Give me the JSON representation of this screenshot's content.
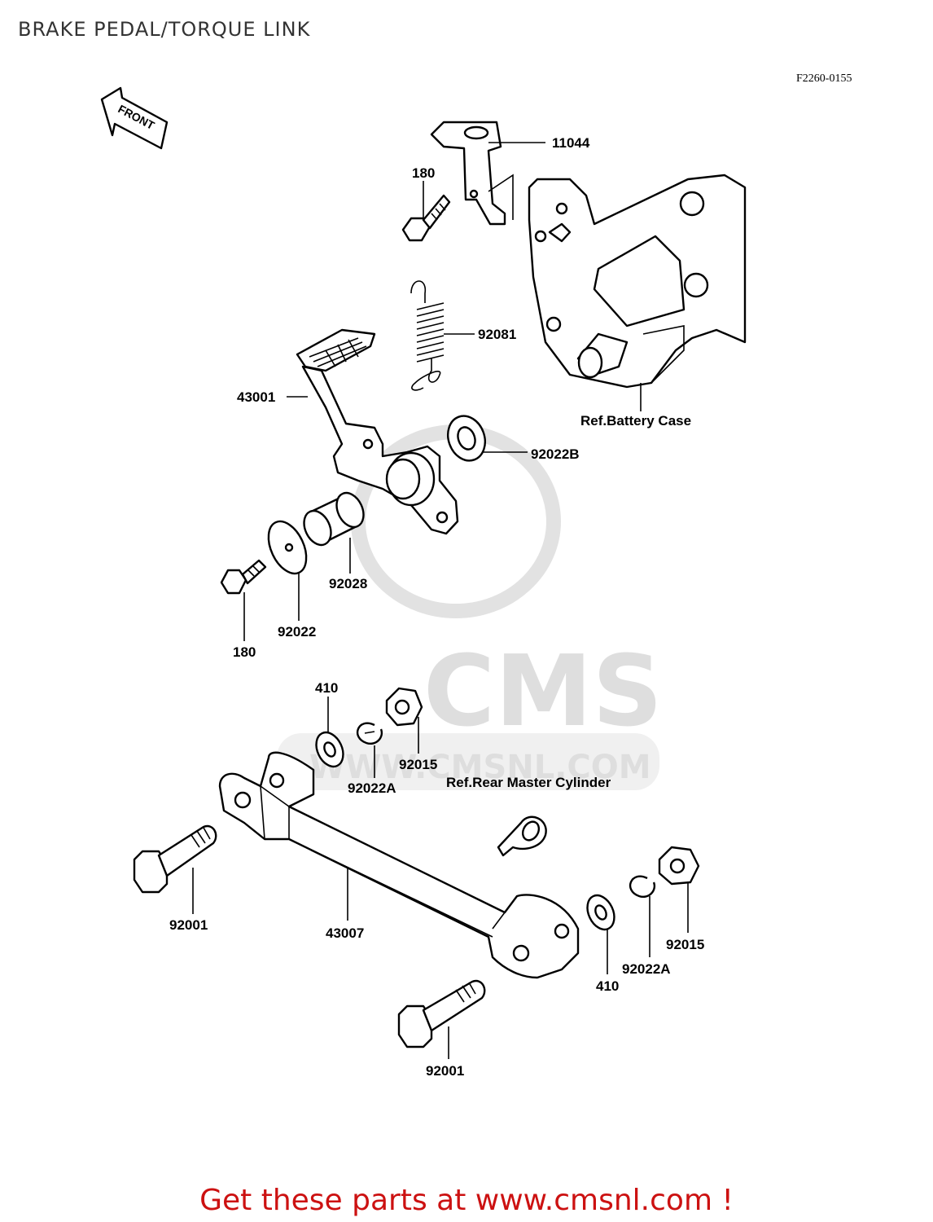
{
  "page": {
    "title": "BRAKE PEDAL/TORQUE LINK",
    "figure_id": "F2260-0155",
    "footer": "Get these parts at www.cmsnl.com !"
  },
  "watermark": {
    "brand": "CMS",
    "url": "WWW.CMSNL.COM"
  },
  "front_label": "FRONT",
  "parts": {
    "p11044": "11044",
    "p180_top": "180",
    "p92081": "92081",
    "p43001": "43001",
    "ref_battery": "Ref.Battery Case",
    "p92022B": "92022B",
    "p92028": "92028",
    "p92022": "92022",
    "p180_bot": "180",
    "p410_top": "410",
    "p92015_top": "92015",
    "p92022A_top": "92022A",
    "ref_master": "Ref.Rear Master Cylinder",
    "p92001_left": "92001",
    "p43007": "43007",
    "p410_bot": "410",
    "p92022A_bot": "92022A",
    "p92015_bot": "92015",
    "p92001_bot": "92001"
  }
}
